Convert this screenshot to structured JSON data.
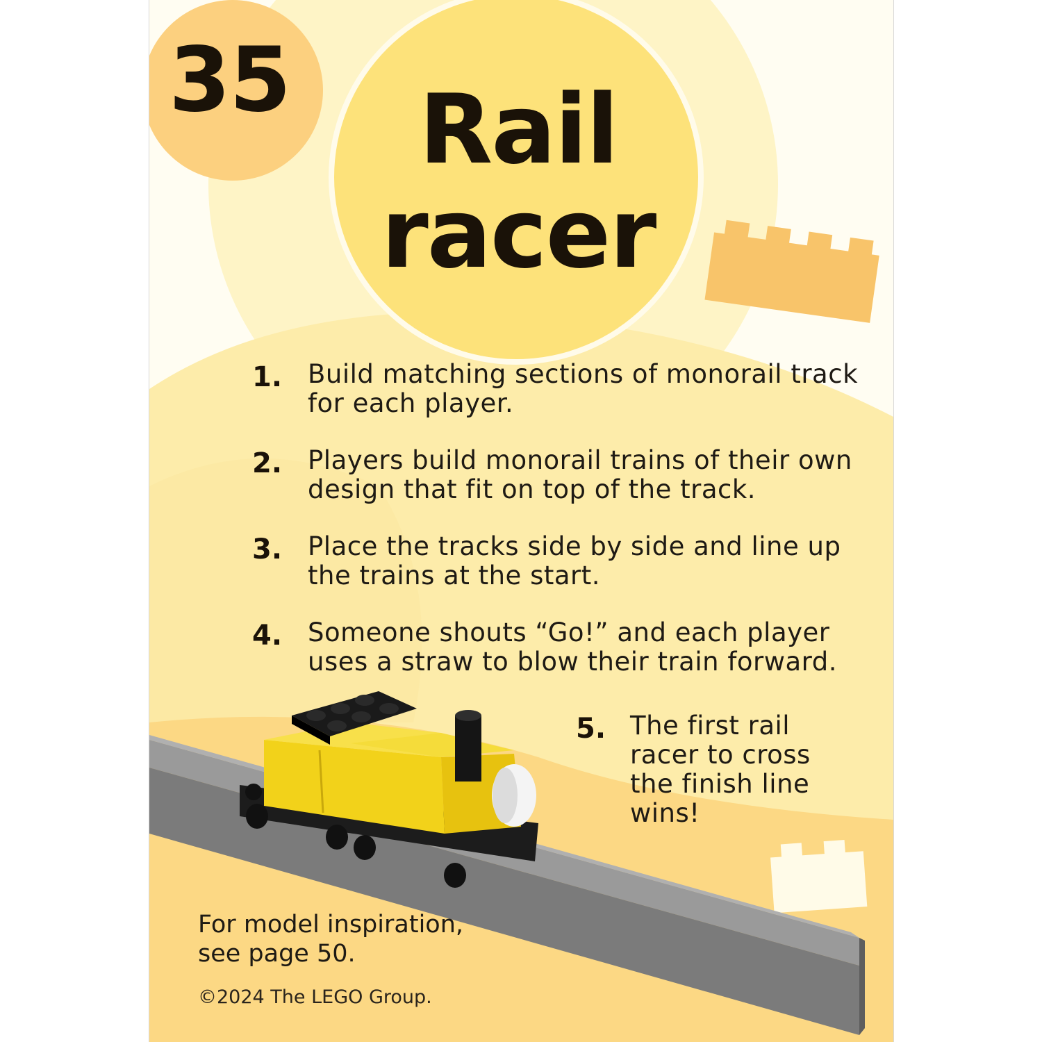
{
  "card": {
    "number": "35",
    "title_line1": "Rail",
    "title_line2": "racer",
    "steps": [
      {
        "num": "1.",
        "text": "Build matching sections of monorail track for each player."
      },
      {
        "num": "2.",
        "text": "Players build monorail trains of their own design that fit on top of the track."
      },
      {
        "num": "3.",
        "text": "Place the tracks side by side and line up the trains at the start."
      },
      {
        "num": "4.",
        "text": "Someone shouts “Go!” and each player uses a straw to blow their train forward."
      },
      {
        "num": "5.",
        "text": "The first rail racer to cross the finish line wins!"
      }
    ],
    "inspiration": "For model inspiration, see page 50.",
    "copyright": "©2024 The LEGO Group."
  },
  "colors": {
    "badge": "#fcd07f",
    "title_circle": "#fde27a",
    "background_yellow": "#fdeaa0",
    "orange_brick": "#f8c46a",
    "train_yellow": "#f2d21a",
    "track_grey": "#8e8e8e"
  },
  "icons": [
    "orange-brick-icon",
    "white-brick-icon",
    "lego-train-illustration"
  ]
}
